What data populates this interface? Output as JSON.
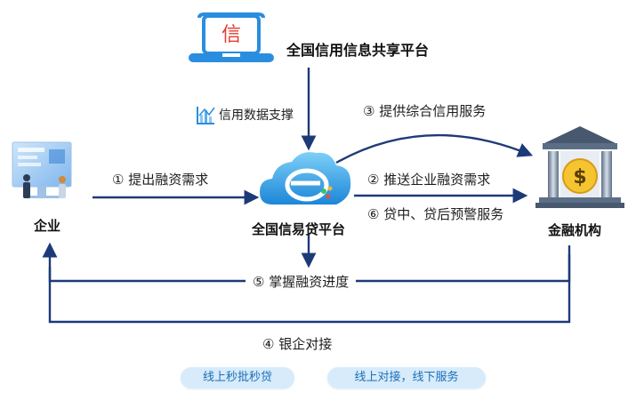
{
  "platform_top": {
    "title": "全国信用信息共享平台",
    "icon_char": "信"
  },
  "data_support": "信用数据支撑",
  "enterprise": "企业",
  "platform_center": "全国信易贷平台",
  "financial": "金融机构",
  "flows": {
    "f1": "① 提出融资需求",
    "f2": "② 推送企业融资需求",
    "f3": "③ 提供综合信用服务",
    "f5": "⑤ 掌握融资进度",
    "f6": "⑥ 贷中、贷后预警服务",
    "f4": "④ 银企对接"
  },
  "pills": [
    "线上秒批秒贷",
    "线上对接，线下服务"
  ],
  "colors": {
    "arrow": "#1d3a78",
    "pill_bg": "#d7ebfb",
    "pill_text": "#1b6fb8",
    "icon_blue": "#2a8de0"
  }
}
